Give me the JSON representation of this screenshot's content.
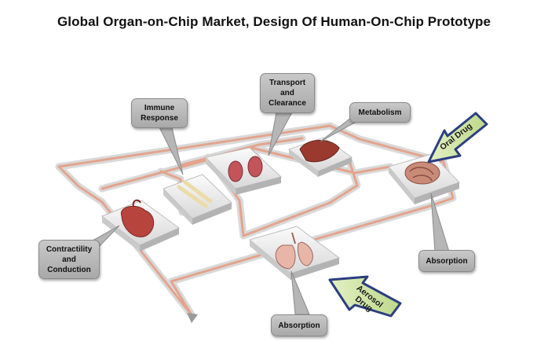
{
  "title": "Global Organ-on-Chip Market, Design Of Human-On-Chip Prototype",
  "callouts": {
    "immune": "Immune\nResponse",
    "transport": "Transport\nand\nClearance",
    "metabolism": "Metabolism",
    "contractility": "Contractility\nand\nConduction",
    "absorption_right": "Absorption",
    "absorption_bottom": "Absorption"
  },
  "arrows": {
    "oral": "Oral Drug",
    "aerosol": "Aerosol\nDrug"
  },
  "colors": {
    "channel": "#e6a892",
    "chamber": "#f0f0f0",
    "callout": "#b9b9b9",
    "arrow_fill": "#cfe3a2",
    "arrow_stroke": "#2c3e80"
  },
  "chambers": [
    "heart-chamber",
    "bone-chamber",
    "kidney-chamber",
    "liver-chamber",
    "intestine-chamber",
    "lung-chamber"
  ]
}
